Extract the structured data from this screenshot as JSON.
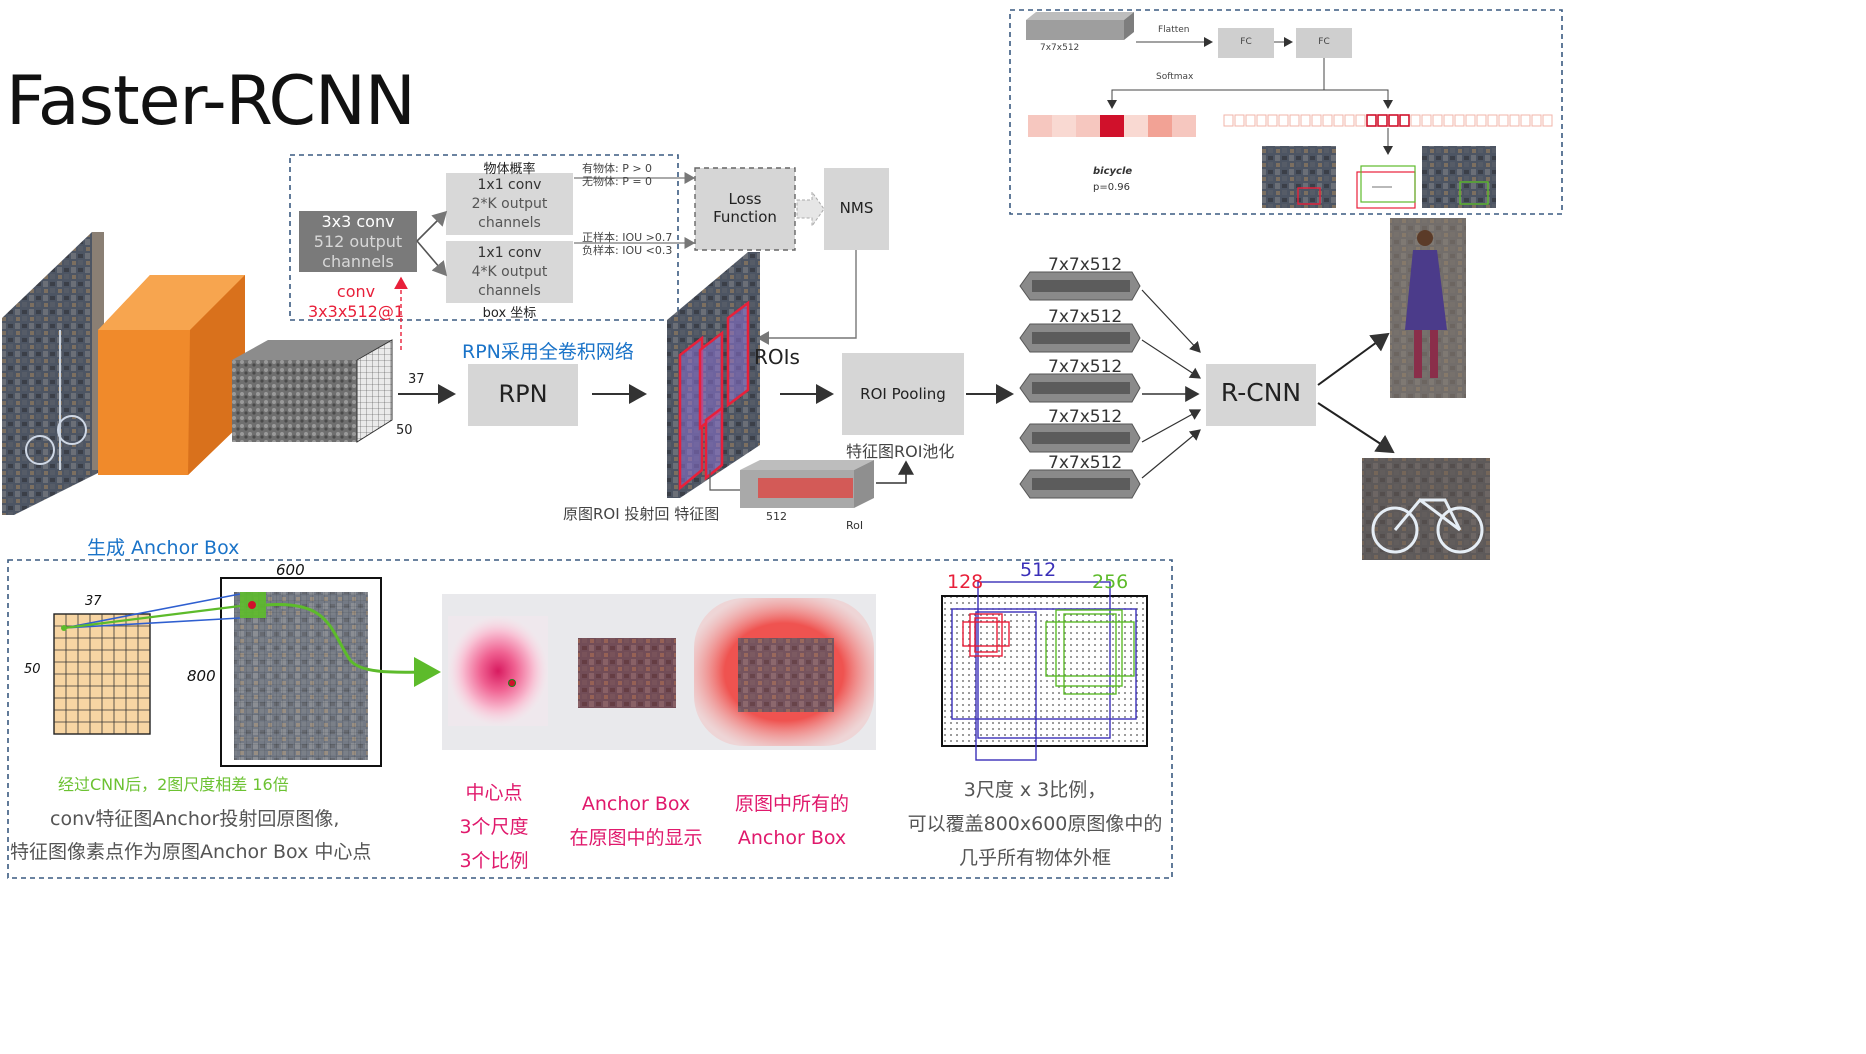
{
  "title": "Faster-RCNN",
  "rpn_panel": {
    "conv3x3": {
      "line1": "3x3 conv",
      "line2": "512 output",
      "line3": "channels"
    },
    "conv_label": {
      "line1": "conv",
      "line2": "3x3x512@1"
    },
    "cls_head_title": "物体概率",
    "cls_head": {
      "line1": "1x1 conv",
      "line2": "2*K output",
      "line3": "channels"
    },
    "reg_head": {
      "line1": "1x1 conv",
      "line2": "4*K output",
      "line3": "channels"
    },
    "reg_head_caption": "box 坐标",
    "cls_cond": {
      "line1": "有物体: P > 0",
      "line2": "无物体: P = 0"
    },
    "reg_cond": {
      "line1": "正样本: IOU >0.7",
      "line2": "负样本: IOU <0.3"
    },
    "loss": {
      "line1": "Loss",
      "line2": "Function"
    },
    "nms": "NMS"
  },
  "pipeline": {
    "dim_37": "37",
    "dim_50": "50",
    "rpn_caption": "RPN采用全卷积网络",
    "rpn": "RPN",
    "rois": "ROIs",
    "roi_proj_caption": "原图ROI 投射回 特征图",
    "dim_512": "512",
    "roi_small": "RoI",
    "roi_pooling": "ROI Pooling",
    "roi_pooling_caption": "特征图ROI池化",
    "feature_labels": [
      "7x7x512",
      "7x7x512",
      "7x7x512",
      "7x7x512",
      "7x7x512"
    ],
    "rcnn": "R-CNN"
  },
  "fc_panel": {
    "tensor": "7x7x512",
    "flatten": "Flatten",
    "fc1": "FC",
    "fc2": "FC",
    "softmax": "Softmax",
    "class_name": "bicycle",
    "prob": "p=0.96"
  },
  "anchor_panel": {
    "header": "生成 Anchor Box",
    "grid_w": "37",
    "grid_h": "50",
    "img_w": "600",
    "img_h": "800",
    "cnn_note": "经过CNN后，2图尺度相差 16倍",
    "desc_line1": "conv特征图Anchor投射回原图像,",
    "desc_line2": "特征图像素点作为原图Anchor Box 中心点",
    "center_caption": [
      "中心点",
      "3个尺度",
      "3个比例"
    ],
    "display_caption": [
      "Anchor Box",
      "在原图中的显示"
    ],
    "all_caption": [
      "原图中所有的",
      "Anchor Box"
    ],
    "scale_labels": [
      "128",
      "512",
      "256"
    ],
    "coverage_caption": [
      "3尺度 x 3比例，",
      "可以覆盖800x600原图像中的",
      "几乎所有物体外框"
    ]
  },
  "colors": {
    "accent_blue": "#1a73c8",
    "accent_red": "#e8203a",
    "accent_pink": "#e0196c",
    "note_green": "#6cc232",
    "orange": "#f08a2b"
  }
}
